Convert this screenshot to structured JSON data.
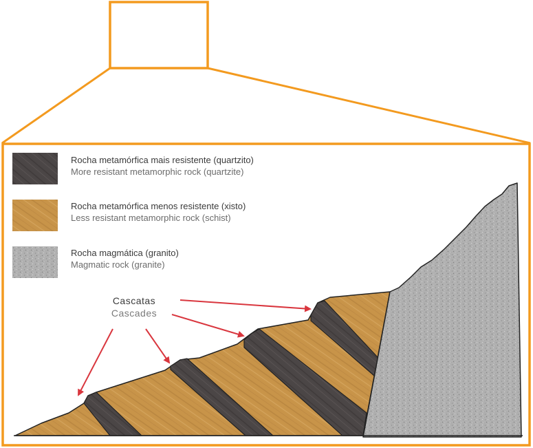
{
  "legend": [
    {
      "id": "quartzite",
      "pt": "Rocha metamórfica mais resistente  (quartzito)",
      "en": "More resistant metamorphic rock (quartzite)"
    },
    {
      "id": "schist",
      "pt": "Rocha metamórfica menos resistente (xisto)",
      "en": "Less resistant metamorphic rock (schist)"
    },
    {
      "id": "granite",
      "pt": "Rocha magmática (granito)",
      "en": "Magmatic rock (granite)"
    }
  ],
  "callout": {
    "pt": "Cascatas",
    "en": "Cascades"
  },
  "colors": {
    "frame": "#f39a1f",
    "quartzite": "#4a4545",
    "schist": "#c8964b",
    "granite": "#a9a9a9",
    "arrow": "#d9363e",
    "outline": "#222222"
  }
}
